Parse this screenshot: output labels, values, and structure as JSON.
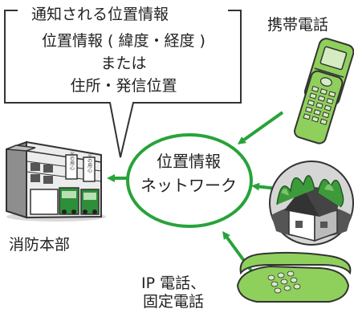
{
  "callout": {
    "title": "通知される位置情報",
    "line1": "位置情報 ( 緯度・経度 )",
    "line2": "または",
    "line3": "住所・発信位置"
  },
  "labels": {
    "mobile_phone": "携帯電話",
    "fire_hq": "消防本部",
    "network_line1": "位置情報",
    "network_line2": "ネットワーク",
    "ip_phone_line1": "IP 電話、",
    "ip_phone_line2": "固定電話"
  },
  "building_signs": {
    "sign_left": "火の用心",
    "sign_right": "火の用心"
  },
  "colors": {
    "accent_green": "#27a33a",
    "phone_green": "#8fd05c",
    "dark_outline": "#2a2a2a"
  }
}
